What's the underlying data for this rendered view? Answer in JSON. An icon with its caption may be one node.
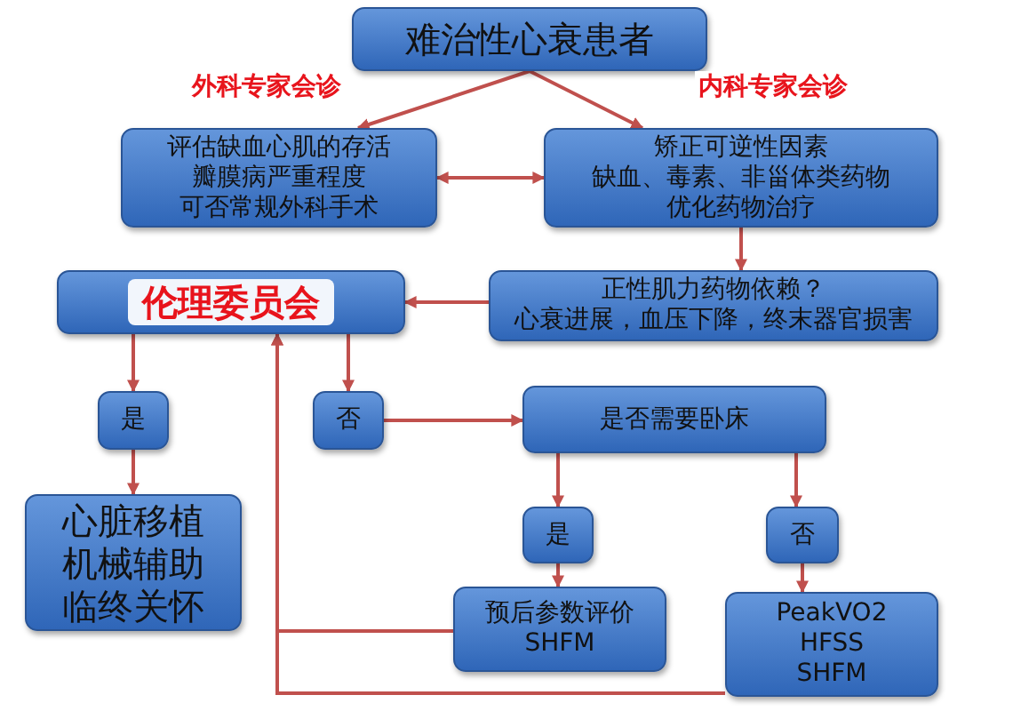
{
  "diagram": {
    "nodes": [
      {
        "text": [
          "难治性心衰患者"
        ]
      },
      {
        "text": [
          "评估缺血心肌的存活",
          "瓣膜病严重程度",
          "可否常规外科手术"
        ]
      },
      {
        "text": [
          "矫正可逆性因素",
          "缺血、毒素、非甾体类药物",
          "优化药物治疗"
        ]
      },
      {
        "text": [
          "伦理委员会"
        ]
      },
      {
        "text": [
          "正性肌力药物依赖？",
          "心衰进展，血压下降，终末器官损害"
        ]
      },
      {
        "text": [
          "是"
        ]
      },
      {
        "text": [
          "否"
        ]
      },
      {
        "text": [
          "是否需要卧床"
        ]
      },
      {
        "text": [
          "心脏移植",
          "机械辅助",
          "临终关怀"
        ]
      },
      {
        "text": [
          "是"
        ]
      },
      {
        "text": [
          "否"
        ]
      },
      {
        "text": [
          "预后参数评价",
          "SHFM"
        ]
      },
      {
        "text": [
          "PeakVO2",
          "HFSS",
          "SHFM"
        ]
      }
    ],
    "edges": [
      {
        "from": 0,
        "to": 1,
        "arrow": "to",
        "label": "外科专家会诊"
      },
      {
        "from": 0,
        "to": 2,
        "arrow": "to",
        "label": "内科专家会诊"
      },
      {
        "from": 1,
        "to": 2,
        "arrow": "both"
      },
      {
        "from": 2,
        "to": 4,
        "arrow": "to"
      },
      {
        "from": 4,
        "to": 3,
        "arrow": "to"
      },
      {
        "from": 3,
        "to": 5,
        "arrow": "to"
      },
      {
        "from": 3,
        "to": 6,
        "arrow": "to"
      },
      {
        "from": 5,
        "to": 8,
        "arrow": "to"
      },
      {
        "from": 6,
        "to": 7,
        "arrow": "to"
      },
      {
        "from": 7,
        "to": 9,
        "arrow": "to"
      },
      {
        "from": 7,
        "to": 10,
        "arrow": "to"
      },
      {
        "from": 9,
        "to": 11,
        "arrow": "to"
      },
      {
        "from": 10,
        "to": 12,
        "arrow": "to"
      },
      {
        "from": 11,
        "to": 3,
        "arrow": "to"
      },
      {
        "from": 12,
        "to": 3,
        "arrow": "to"
      }
    ]
  }
}
